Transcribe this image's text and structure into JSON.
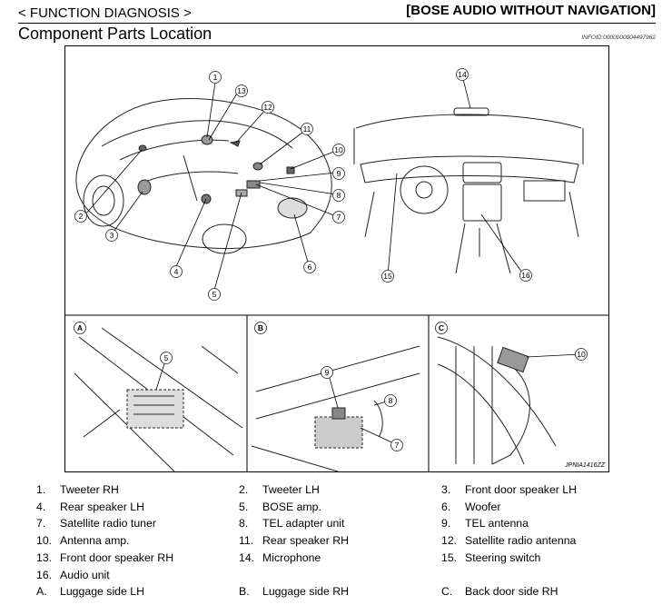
{
  "header": {
    "section": "< FUNCTION DIAGNOSIS >",
    "model": "[BOSE AUDIO WITHOUT NAVIGATION]"
  },
  "title": "Component Parts Location",
  "infoid": "INFOID:0000000004497962",
  "figure": {
    "code": "JPNIA1416ZZ",
    "panel_labels": [
      "A",
      "B",
      "C"
    ],
    "callouts": [
      "1",
      "2",
      "3",
      "4",
      "5",
      "6",
      "7",
      "8",
      "9",
      "10",
      "11",
      "12",
      "13",
      "14",
      "15",
      "16"
    ]
  },
  "legend": [
    [
      {
        "num": "1.",
        "label": "Tweeter RH"
      },
      {
        "num": "2.",
        "label": "Tweeter LH"
      },
      {
        "num": "3.",
        "label": "Front door speaker LH"
      }
    ],
    [
      {
        "num": "4.",
        "label": "Rear speaker LH"
      },
      {
        "num": "5.",
        "label": "BOSE amp."
      },
      {
        "num": "6.",
        "label": "Woofer"
      }
    ],
    [
      {
        "num": "7.",
        "label": "Satellite radio tuner"
      },
      {
        "num": "8.",
        "label": "TEL adapter unit"
      },
      {
        "num": "9.",
        "label": "TEL antenna"
      }
    ],
    [
      {
        "num": "10.",
        "label": "Antenna amp."
      },
      {
        "num": "11.",
        "label": "Rear speaker RH"
      },
      {
        "num": "12.",
        "label": "Satellite radio antenna"
      }
    ],
    [
      {
        "num": "13.",
        "label": "Front door speaker RH"
      },
      {
        "num": "14.",
        "label": "Microphone"
      },
      {
        "num": "15.",
        "label": "Steering switch"
      }
    ],
    [
      {
        "num": "16.",
        "label": "Audio unit"
      }
    ],
    [
      {
        "num": "A.",
        "label": "Luggage side LH"
      },
      {
        "num": "B.",
        "label": "Luggage side RH"
      },
      {
        "num": "C.",
        "label": "Back door side RH"
      }
    ]
  ]
}
